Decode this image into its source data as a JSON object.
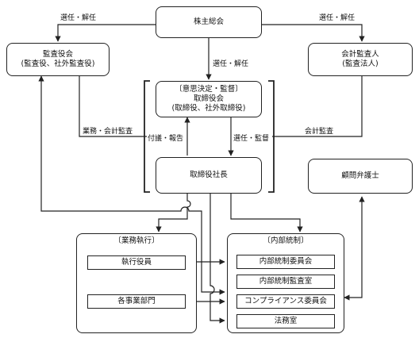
{
  "nodes": {
    "shareholders": "株主総会",
    "audit_board": {
      "line1": "監査役会",
      "line2": "(監査役、社外監査役)"
    },
    "accounting_auditor": {
      "line1": "会計監査人",
      "line2": "(監査法人)"
    },
    "board": {
      "line1": "〔意思決定・監督〕",
      "line2": "取締役会",
      "line3": "(取締役、社外取締役)"
    },
    "president": "取締役社長",
    "legal_advisor": "顧問弁護士"
  },
  "business_group": {
    "title": "〔業務執行〕",
    "items": [
      "執行役員",
      "各事業部門"
    ]
  },
  "internal_group": {
    "title": "〔内部統制〕",
    "items": [
      "内部統制委員会",
      "内部統制監査室",
      "コンプライアンス委員会",
      "法務室"
    ]
  },
  "edge_labels": {
    "left_top": "選任・解任",
    "right_top": "選任・解任",
    "center": "選任・解任",
    "audit": "業務・会計監査",
    "accounting_audit": "会計監査",
    "report": "付議・報告",
    "supervise": "選任・監督"
  }
}
